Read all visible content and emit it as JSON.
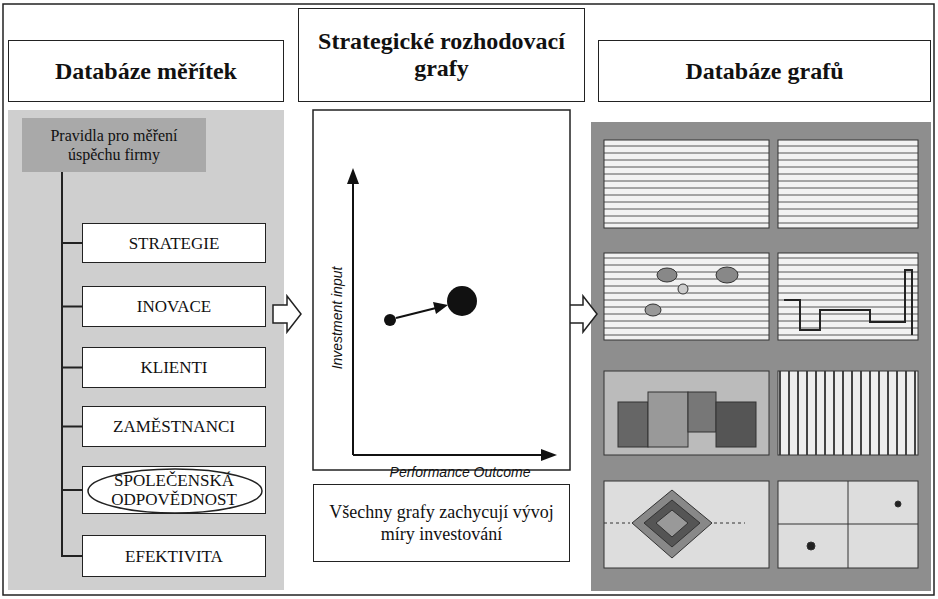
{
  "diagram": {
    "nodes": [
      {
        "text": [
          "Databáze měřítek"
        ]
      },
      {
        "text": [
          "Strategické rozhodovací grafy"
        ]
      },
      {
        "text": [
          "Databáze grafů"
        ]
      },
      {
        "text": [
          "Pravidla pro měření úspěchu firmy"
        ]
      },
      {
        "text": [
          "STRATEGIE"
        ]
      },
      {
        "text": [
          "INOVACE"
        ]
      },
      {
        "text": [
          "KLIENTI"
        ]
      },
      {
        "text": [
          "ZAMĚSTNANCI"
        ]
      },
      {
        "text": [
          "SPOLEČENSKÁ ODPOVĚDNOST"
        ]
      },
      {
        "text": [
          "EFEKTIVITA"
        ]
      },
      {
        "text": [
          "Všechny grafy zachycují vývoj míry investování"
        ]
      }
    ],
    "edges": [
      {
        "from": 3,
        "to": 4,
        "arrow": "none"
      },
      {
        "from": 3,
        "to": 5,
        "arrow": "none"
      },
      {
        "from": 3,
        "to": 6,
        "arrow": "none"
      },
      {
        "from": 3,
        "to": 7,
        "arrow": "none"
      },
      {
        "from": 3,
        "to": 8,
        "arrow": "none"
      },
      {
        "from": 3,
        "to": 9,
        "arrow": "none"
      }
    ],
    "labels": [
      "Investment input",
      "Performance Outcome"
    ]
  }
}
